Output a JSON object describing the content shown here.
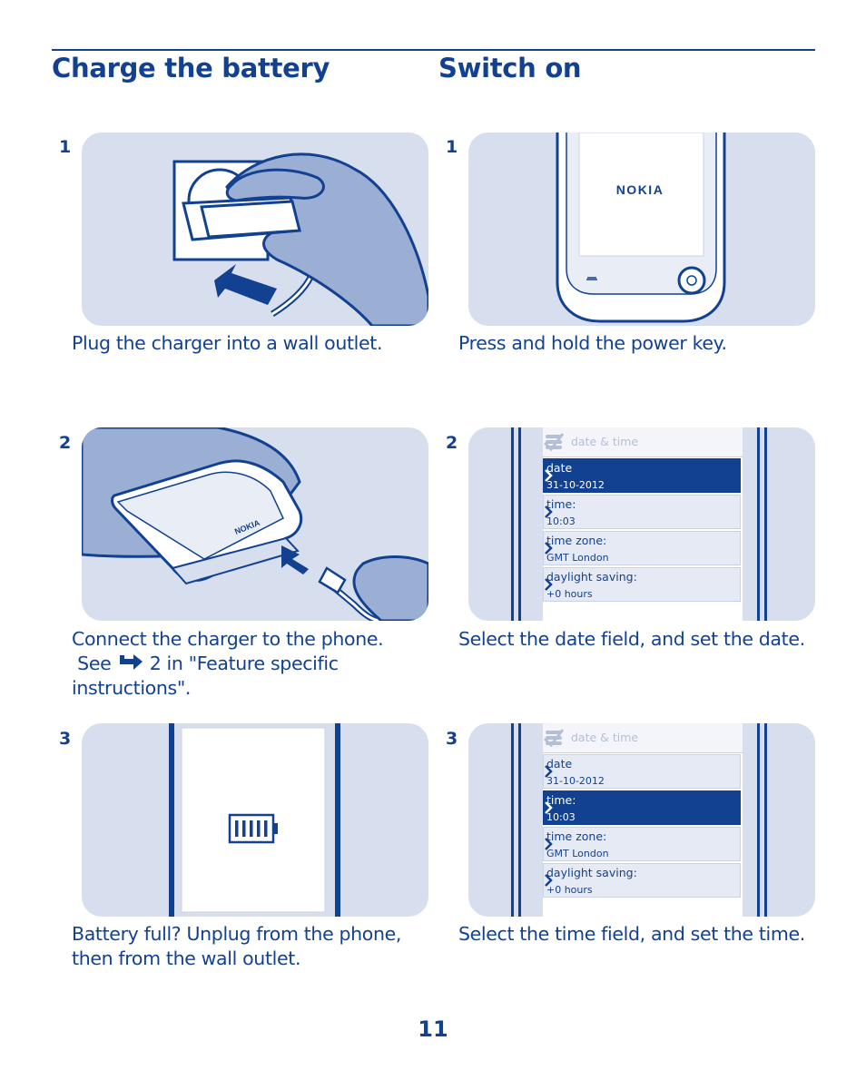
{
  "headings": {
    "left": "Charge the battery",
    "right": "Switch on"
  },
  "left_steps": [
    {
      "num": "1",
      "caption": "Plug the charger into a wall outlet."
    },
    {
      "num": "2",
      "caption_line1": "Connect the charger to the phone.",
      "see_prefix": "See",
      "see_suffix": "2 in \"Feature specific",
      "caption_line3": "instructions\"."
    },
    {
      "num": "3",
      "caption_line1": "Battery full? Unplug from the phone,",
      "caption_line2": "then from the wall outlet."
    }
  ],
  "right_steps": [
    {
      "num": "1",
      "caption": "Press and hold the power key.",
      "brand": "NOKIA"
    },
    {
      "num": "2",
      "caption": "Select the date field, and set the date."
    },
    {
      "num": "3",
      "caption": "Select the time field, and set the time."
    }
  ],
  "phone_logo": "NOKIA",
  "settings_screen": {
    "title": "date & time",
    "rows": [
      {
        "label": "date",
        "value": "31-10-2012"
      },
      {
        "label": "time:",
        "value": "10:03"
      },
      {
        "label": "time zone:",
        "value": "GMT London"
      },
      {
        "label": "daylight saving:",
        "value": "+0 hours"
      }
    ],
    "selected_in_step2": 0,
    "selected_in_step3": 1
  },
  "icons": [
    "list-icon",
    "check-icon",
    "chevron-right-icon",
    "arrow-right-icon",
    "battery-full-icon",
    "power-key-icon"
  ],
  "colors": {
    "brand_blue": "#124191",
    "panel_bg": "#d7deed",
    "hand": "#9bafd4"
  },
  "page_number": "11"
}
